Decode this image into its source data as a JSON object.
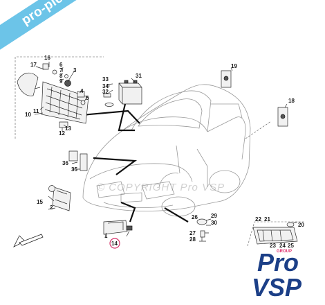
{
  "banner": {
    "text": "pro-piece-vsp.com"
  },
  "watermark": {
    "text": "© COPYRIGHT Pro VSP"
  },
  "logo": {
    "line1": "Pro",
    "line2": "VSP",
    "tag": "GROUP",
    "color": "#1c3f87",
    "accent": "#e02a6a"
  },
  "callouts": {
    "n1": "1",
    "n2": "2",
    "n3": "3",
    "n4": "4",
    "n5": "5",
    "n6": "6",
    "n7": "7",
    "n8": "8",
    "n9": "9",
    "n10": "10",
    "n11": "11",
    "n12": "12",
    "n13": "13",
    "n14": "14",
    "n15": "15",
    "n16": "16",
    "n17": "17",
    "n18": "18",
    "n19": "19",
    "n20": "20",
    "n21": "21",
    "n22": "22",
    "n23": "23",
    "n24": "24",
    "n25": "25",
    "n26": "26",
    "n27": "27",
    "n28": "28",
    "n29": "29",
    "n30": "30",
    "n31": "31",
    "n32": "32",
    "n33": "33",
    "n34": "34",
    "n35": "35",
    "n36": "36"
  },
  "highlight": {
    "part": "14",
    "color": "#d6336c"
  }
}
